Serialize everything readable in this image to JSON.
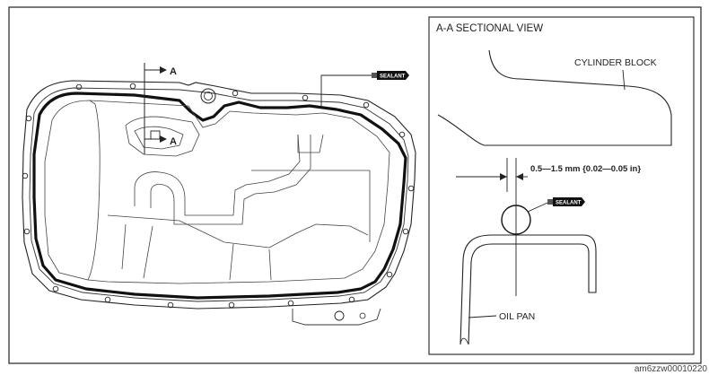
{
  "left_view": {
    "section_marker_top": "A",
    "section_marker_bottom": "A",
    "sealant_tag": "SEALANT"
  },
  "right_view": {
    "title": "A-A SECTIONAL VIEW",
    "cylinder_block_label": "CYLINDER BLOCK",
    "dimension_label": "0.5—1.5 mm {0.02—0.05 in}",
    "sealant_tag": "SEALANT",
    "oil_pan_label": "OIL PAN"
  },
  "figure_id": "am6zzw00010220",
  "colors": {
    "line": "#222222",
    "bead": "#111111",
    "tag": "#111111",
    "background": "#ffffff"
  }
}
